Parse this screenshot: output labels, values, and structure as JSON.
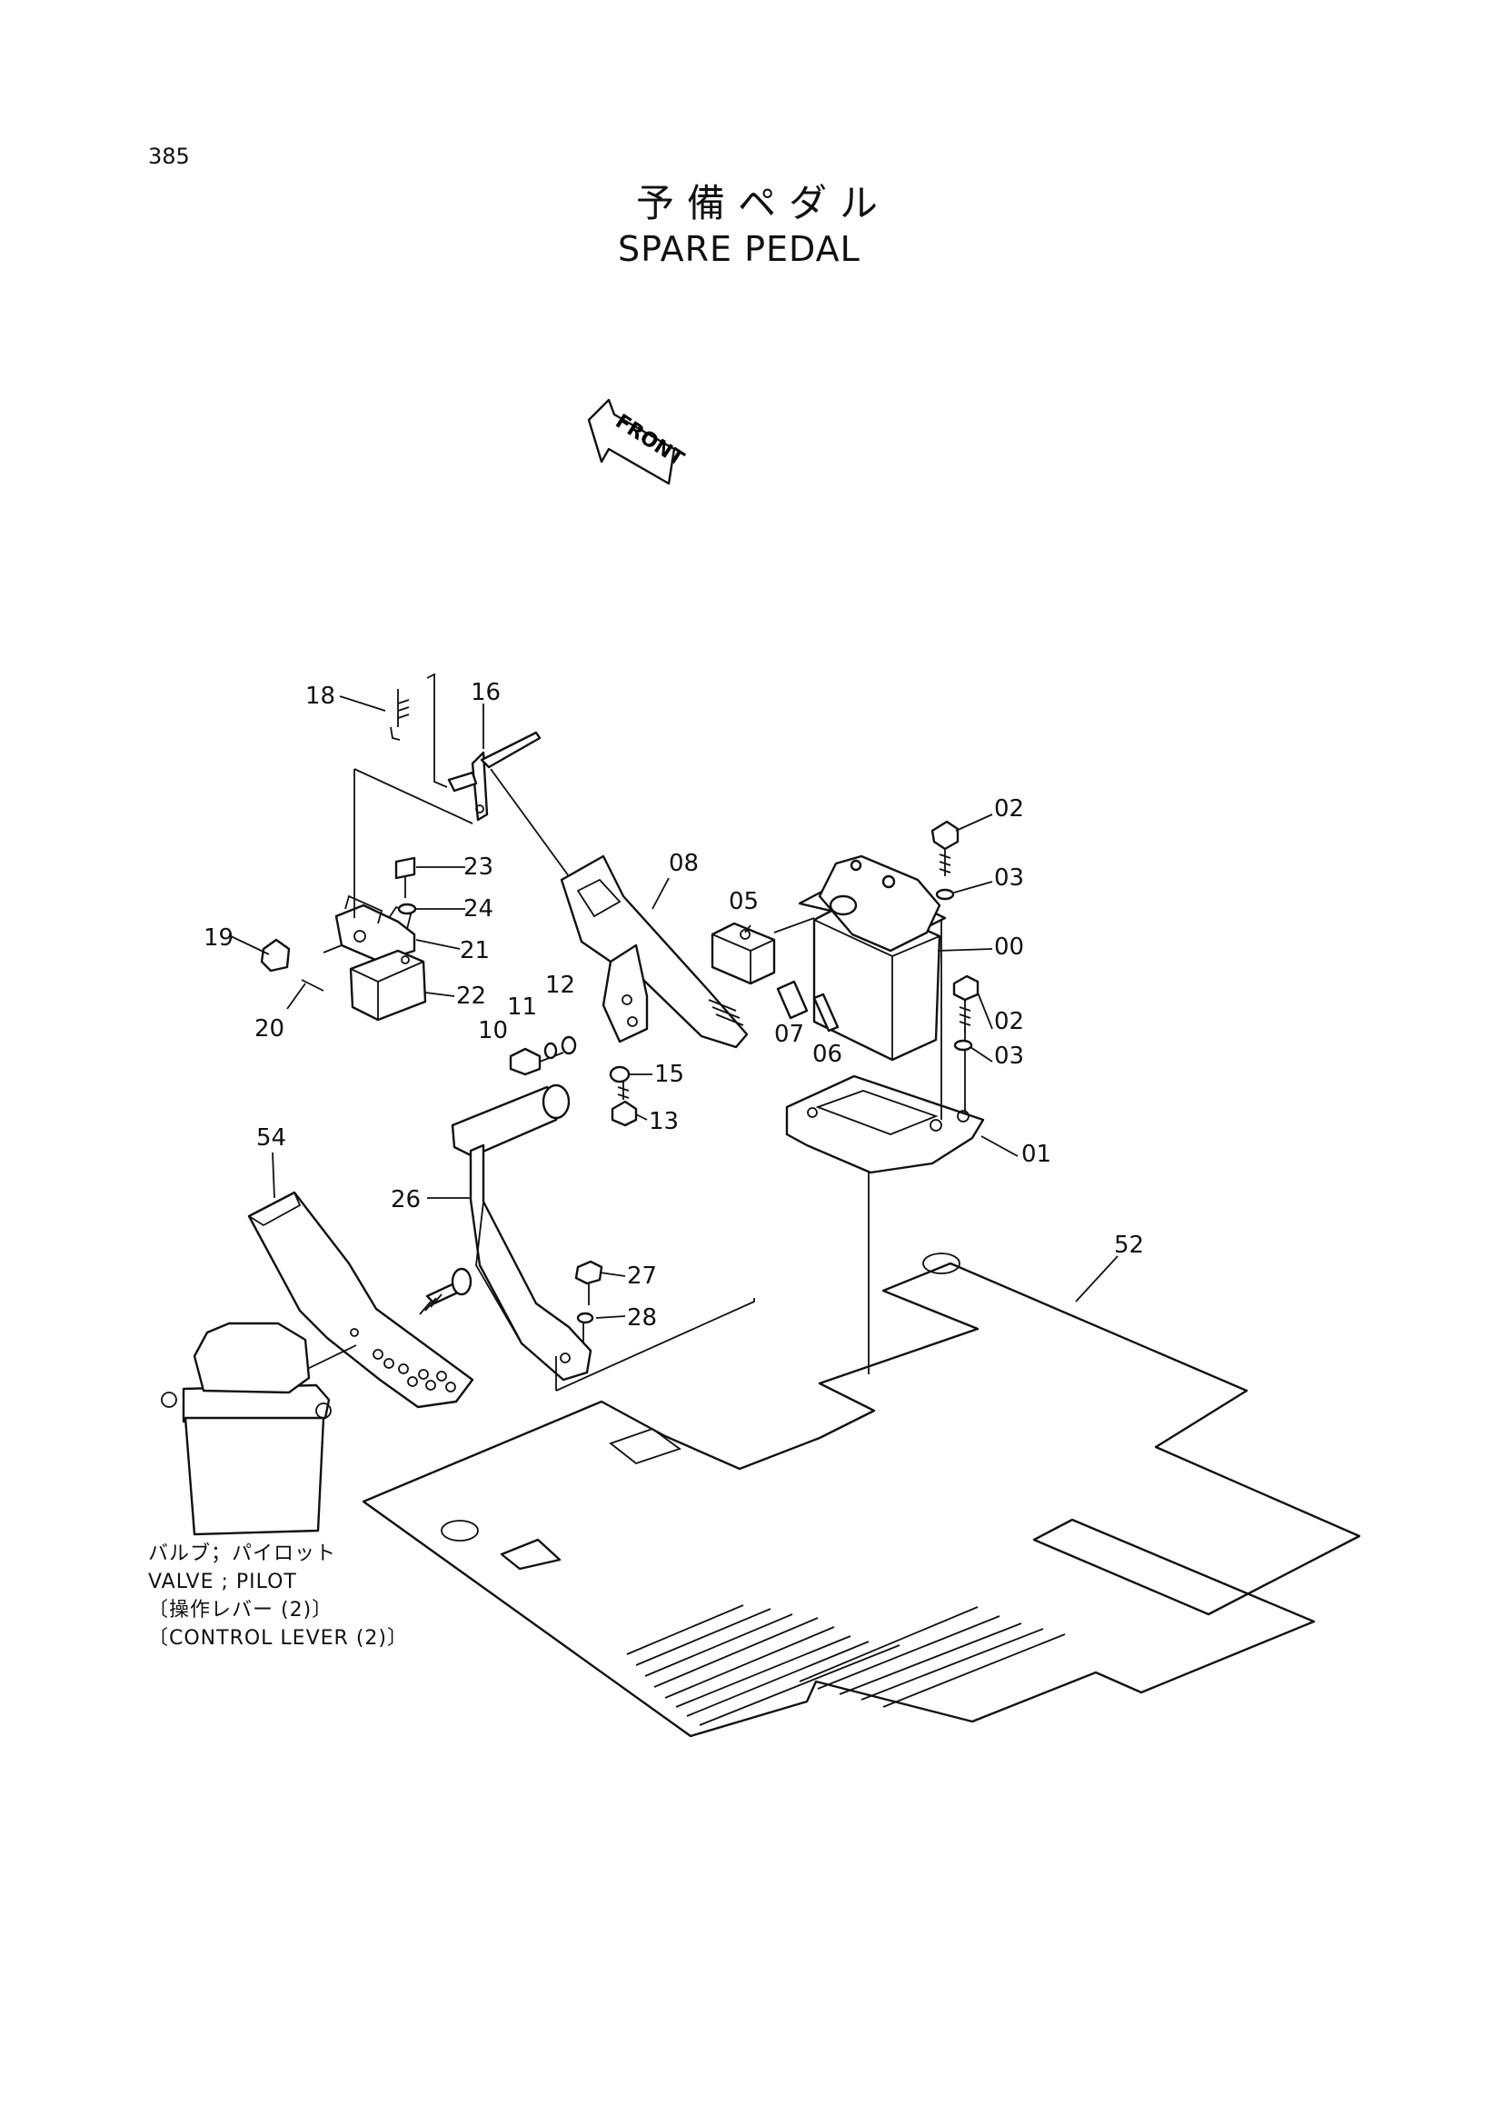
{
  "page_number": "385",
  "title_jp": "予備ペダル",
  "title_en": "SPARE PEDAL",
  "front_arrow": "FRONT",
  "caption": {
    "line1": "バルブ；パイロット",
    "line2": "VALVE ; PILOT",
    "line3": "〔操作レバー (2)〕",
    "line4": "〔CONTROL LEVER (2)〕"
  },
  "part_labels": {
    "p00": "00",
    "p01": "01",
    "p02a": "02",
    "p02b": "02",
    "p03a": "03",
    "p03b": "03",
    "p05": "05",
    "p06": "06",
    "p07": "07",
    "p08": "08",
    "p10": "10",
    "p11": "11",
    "p12": "12",
    "p13": "13",
    "p15": "15",
    "p16": "16",
    "p18": "18",
    "p19": "19",
    "p20": "20",
    "p21": "21",
    "p22": "22",
    "p23": "23",
    "p24": "24",
    "p26": "26",
    "p27": "27",
    "p28": "28",
    "p52": "52",
    "p54": "54"
  }
}
